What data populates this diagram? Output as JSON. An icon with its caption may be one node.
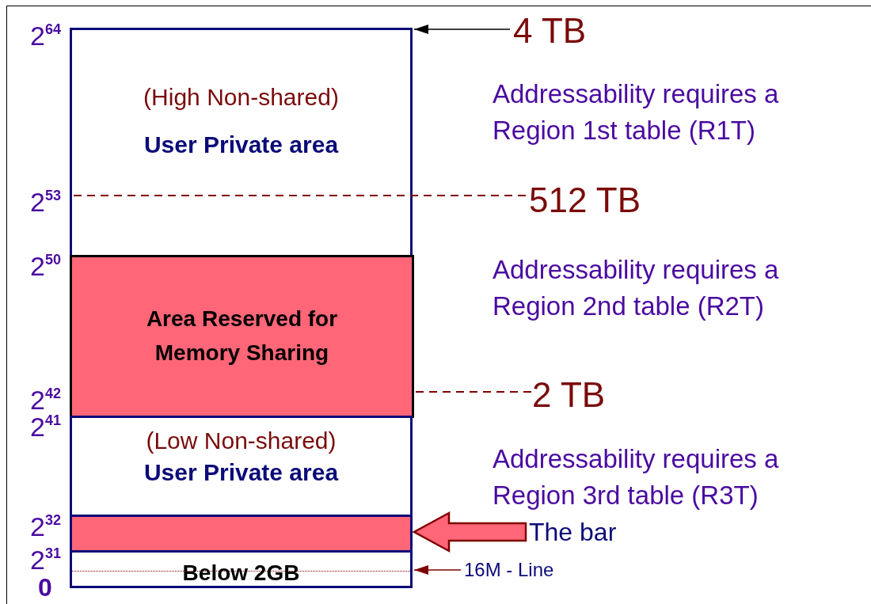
{
  "diagram": {
    "nodes": [
      {
        "text": [
          "(High Non-shared)",
          "User Private area"
        ]
      },
      {
        "text": [
          "4 TB"
        ]
      },
      {
        "text": [
          "512 TB"
        ]
      },
      {
        "text": [
          "Area Reserved for Memory Sharing"
        ]
      },
      {
        "text": [
          "2 TB"
        ]
      },
      {
        "text": [
          "(Low Non-shared)",
          "User Private area"
        ]
      },
      {
        "text": [],
        "shape": "bar"
      },
      {
        "text": [
          "The bar"
        ]
      },
      {
        "text": [
          "Below 2GB"
        ]
      },
      {
        "text": [
          "16M - Line"
        ]
      }
    ],
    "edges": [
      {
        "from": 1,
        "to": 0,
        "arrow": "to",
        "color": "#000000"
      },
      {
        "from": 2,
        "to": 0,
        "arrow": "none",
        "style": "dashed",
        "color": "#800000"
      },
      {
        "from": 3,
        "to": 4,
        "arrow": "none",
        "style": "dashed",
        "color": "#800000"
      },
      {
        "from": 7,
        "to": 6,
        "arrow": "to",
        "style": "thick",
        "color": "#ff6677"
      },
      {
        "from": 9,
        "to": 8,
        "arrow": "to",
        "color": "#800000"
      }
    ],
    "labels": [
      "2$^{64}$",
      "Addressability requires a Region 1st table (R1T)",
      "2$^{53}$",
      "2$^{50}$",
      "Addressability requires a Region 2nd table (R2T)",
      "2$^{42}$",
      "2$^{41}$",
      "Addressability requires a Region 3rd table (R3T)",
      "2$^{32}$",
      "2$^{31}$",
      "0"
    ]
  }
}
